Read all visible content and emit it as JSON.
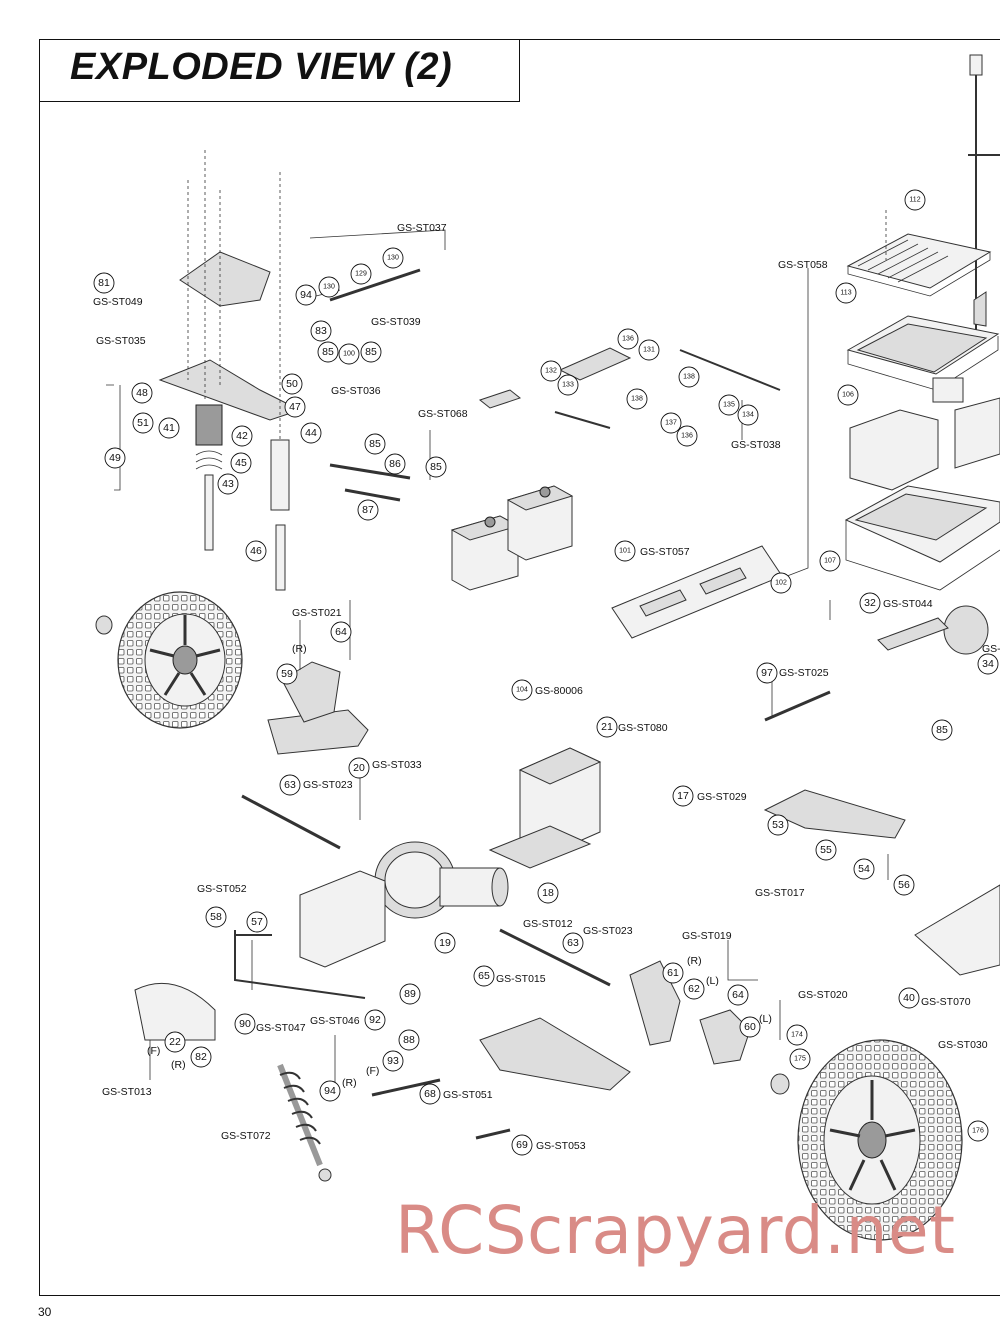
{
  "header": {
    "title": "EXPLODED VIEW (2)"
  },
  "page": {
    "number": "30"
  },
  "watermark": {
    "text": "RCScrapyard.net"
  },
  "assembly_labels": [
    {
      "id": "st037",
      "text": "GS-ST037"
    },
    {
      "id": "st049",
      "text": "GS-ST049"
    },
    {
      "id": "st035",
      "text": "GS-ST035"
    },
    {
      "id": "st039",
      "text": "GS-ST039"
    },
    {
      "id": "st036",
      "text": "GS-ST036"
    },
    {
      "id": "st068",
      "text": "GS-ST068"
    },
    {
      "id": "st038",
      "text": "GS-ST038"
    },
    {
      "id": "st058",
      "text": "GS-ST058"
    },
    {
      "id": "st057",
      "text": "GS-ST057"
    },
    {
      "id": "st044",
      "text": "GS-ST044"
    },
    {
      "id": "st021",
      "text": "GS-ST021"
    },
    {
      "id": "st80006",
      "text": "GS-80006"
    },
    {
      "id": "st080",
      "text": "GS-ST080"
    },
    {
      "id": "st025",
      "text": "GS-ST025"
    },
    {
      "id": "st033",
      "text": "GS-ST033"
    },
    {
      "id": "st023a",
      "text": "GS-ST023"
    },
    {
      "id": "st029",
      "text": "GS-ST029"
    },
    {
      "id": "st017",
      "text": "GS-ST017"
    },
    {
      "id": "st052",
      "text": "GS-ST052"
    },
    {
      "id": "st012",
      "text": "GS-ST012"
    },
    {
      "id": "st023b",
      "text": "GS-ST023"
    },
    {
      "id": "st019",
      "text": "GS-ST019"
    },
    {
      "id": "st015",
      "text": "GS-ST015"
    },
    {
      "id": "st020",
      "text": "GS-ST020"
    },
    {
      "id": "st070",
      "text": "GS-ST070"
    },
    {
      "id": "st047",
      "text": "GS-ST047"
    },
    {
      "id": "st046",
      "text": "GS-ST046"
    },
    {
      "id": "st013",
      "text": "GS-ST013"
    },
    {
      "id": "st030",
      "text": "GS-ST030"
    },
    {
      "id": "st051",
      "text": "GS-ST051"
    },
    {
      "id": "st072",
      "text": "GS-ST072"
    },
    {
      "id": "st053",
      "text": "GS-ST053"
    },
    {
      "id": "gs_cut",
      "text": "GS-"
    }
  ],
  "side_labels": [
    {
      "id": "r1",
      "text": "(R)"
    },
    {
      "id": "r2",
      "text": "(R)"
    },
    {
      "id": "l1",
      "text": "(L)"
    },
    {
      "id": "l2",
      "text": "(L)"
    },
    {
      "id": "f1",
      "text": "(F)"
    },
    {
      "id": "r3",
      "text": "(R)"
    },
    {
      "id": "r4",
      "text": "(R)"
    },
    {
      "id": "f2",
      "text": "(F)"
    }
  ],
  "callouts": [
    {
      "id": "c112",
      "text": "112"
    },
    {
      "id": "c113",
      "text": "113"
    },
    {
      "id": "c106",
      "text": "106"
    },
    {
      "id": "c107",
      "text": "107"
    },
    {
      "id": "c101",
      "text": "101"
    },
    {
      "id": "c102",
      "text": "102"
    },
    {
      "id": "c81",
      "text": "81"
    },
    {
      "id": "c130a",
      "text": "130"
    },
    {
      "id": "c129",
      "text": "129"
    },
    {
      "id": "c130b",
      "text": "130"
    },
    {
      "id": "c94a",
      "text": "94"
    },
    {
      "id": "c83",
      "text": "83"
    },
    {
      "id": "c85a",
      "text": "85"
    },
    {
      "id": "c100",
      "text": "100"
    },
    {
      "id": "c85b",
      "text": "85"
    },
    {
      "id": "c50",
      "text": "50"
    },
    {
      "id": "c48",
      "text": "48"
    },
    {
      "id": "c51",
      "text": "51"
    },
    {
      "id": "c41",
      "text": "41"
    },
    {
      "id": "c42",
      "text": "42"
    },
    {
      "id": "c47",
      "text": "47"
    },
    {
      "id": "c44",
      "text": "44"
    },
    {
      "id": "c49",
      "text": "49"
    },
    {
      "id": "c45",
      "text": "45"
    },
    {
      "id": "c43",
      "text": "43"
    },
    {
      "id": "c46",
      "text": "46"
    },
    {
      "id": "c85c",
      "text": "85"
    },
    {
      "id": "c86",
      "text": "86"
    },
    {
      "id": "c85d",
      "text": "85"
    },
    {
      "id": "c87",
      "text": "87"
    },
    {
      "id": "c136a",
      "text": "136"
    },
    {
      "id": "c131",
      "text": "131"
    },
    {
      "id": "c132",
      "text": "132"
    },
    {
      "id": "c133",
      "text": "133"
    },
    {
      "id": "c138a",
      "text": "138"
    },
    {
      "id": "c138b",
      "text": "138"
    },
    {
      "id": "c137",
      "text": "137"
    },
    {
      "id": "c136b",
      "text": "136"
    },
    {
      "id": "c135",
      "text": "135"
    },
    {
      "id": "c134",
      "text": "134"
    },
    {
      "id": "c32",
      "text": "32"
    },
    {
      "id": "c34",
      "text": "34"
    },
    {
      "id": "c64a",
      "text": "64"
    },
    {
      "id": "c59",
      "text": "59"
    },
    {
      "id": "c104",
      "text": "104"
    },
    {
      "id": "c21",
      "text": "21"
    },
    {
      "id": "c97",
      "text": "97"
    },
    {
      "id": "c85e",
      "text": "85"
    },
    {
      "id": "c20",
      "text": "20"
    },
    {
      "id": "c63a",
      "text": "63"
    },
    {
      "id": "c17",
      "text": "17"
    },
    {
      "id": "c53",
      "text": "53"
    },
    {
      "id": "c55",
      "text": "55"
    },
    {
      "id": "c54",
      "text": "54"
    },
    {
      "id": "c56",
      "text": "56"
    },
    {
      "id": "c18",
      "text": "18"
    },
    {
      "id": "c19",
      "text": "19"
    },
    {
      "id": "c58",
      "text": "58"
    },
    {
      "id": "c57",
      "text": "57"
    },
    {
      "id": "c63b",
      "text": "63"
    },
    {
      "id": "c61",
      "text": "61"
    },
    {
      "id": "c62",
      "text": "62"
    },
    {
      "id": "c64b",
      "text": "64"
    },
    {
      "id": "c65",
      "text": "65"
    },
    {
      "id": "c89",
      "text": "89"
    },
    {
      "id": "c92",
      "text": "92"
    },
    {
      "id": "c90",
      "text": "90"
    },
    {
      "id": "c40",
      "text": "40"
    },
    {
      "id": "c60",
      "text": "60"
    },
    {
      "id": "c174",
      "text": "174"
    },
    {
      "id": "c175",
      "text": "175"
    },
    {
      "id": "c22",
      "text": "22"
    },
    {
      "id": "c82",
      "text": "82"
    },
    {
      "id": "c88",
      "text": "88"
    },
    {
      "id": "c93",
      "text": "93"
    },
    {
      "id": "c94b",
      "text": "94"
    },
    {
      "id": "c68",
      "text": "68"
    },
    {
      "id": "c69",
      "text": "69"
    },
    {
      "id": "c176",
      "text": "176"
    }
  ]
}
